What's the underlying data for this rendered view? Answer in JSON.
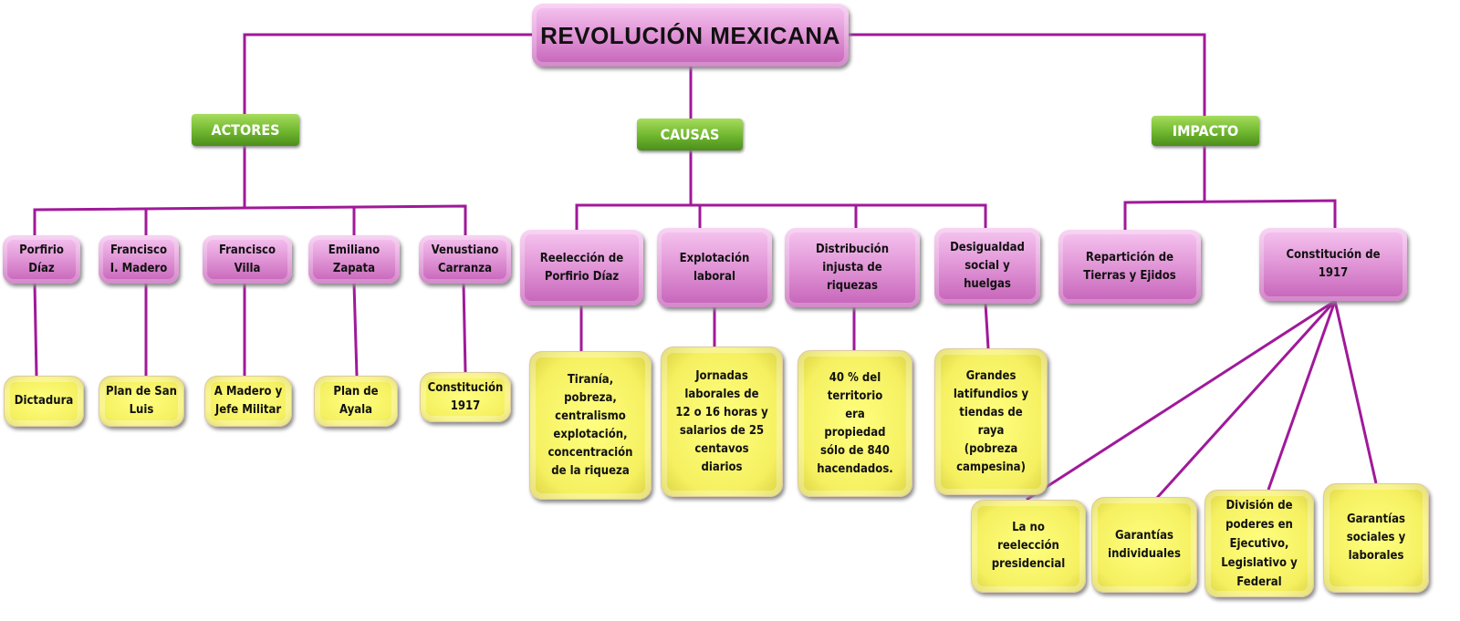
{
  "title": "REVOLUCIÓN MEXICANA",
  "categories": {
    "actores": "ACTORES",
    "causas": "CAUSAS",
    "impacto": "IMPACTO"
  },
  "actores": [
    {
      "name": "Porfirio\nDíaz",
      "detail": "Dictadura"
    },
    {
      "name": "Francisco\nI. Madero",
      "detail": "Plan de San\nLuis"
    },
    {
      "name": "Francisco\nVilla",
      "detail": "A Madero y\nJefe Militar"
    },
    {
      "name": "Emiliano\nZapata",
      "detail": "Plan de\nAyala"
    },
    {
      "name": "Venustiano\nCarranza",
      "detail": "Constitución\n1917"
    }
  ],
  "causas": [
    {
      "name": "Reelección de\nPorfirio Díaz",
      "detail": "Tiranía,\npobreza,\ncentralismo\nexplotación,\nconcentración\nde la riqueza"
    },
    {
      "name": "Explotación\nlaboral",
      "detail": "Jornadas\nlaborales de\n12 o 16 horas y\nsalarios de 25\ncentavos\ndiarios"
    },
    {
      "name": "Distribución\ninjusta de\nriquezas",
      "detail": "40 % del\nterritorio\nera\npropiedad\nsólo de 840\nhacendados."
    },
    {
      "name": "Desigualdad\nsocial y\nhuelgas",
      "detail": "Grandes\nlatifundios y\ntiendas de\nraya\n(pobreza\ncampesina)"
    }
  ],
  "impacto": [
    {
      "name": "Repartición de\nTierras y Ejidos"
    },
    {
      "name": "Constitución de\n1917"
    }
  ],
  "constitucion_items": [
    "La no\nreelección\npresidencial",
    "Garantías\nindividuales",
    "División de\npoderes en\nEjecutivo,\nLegislativo y\nFederal",
    "Garantías\nsociales y\nlaborales"
  ]
}
